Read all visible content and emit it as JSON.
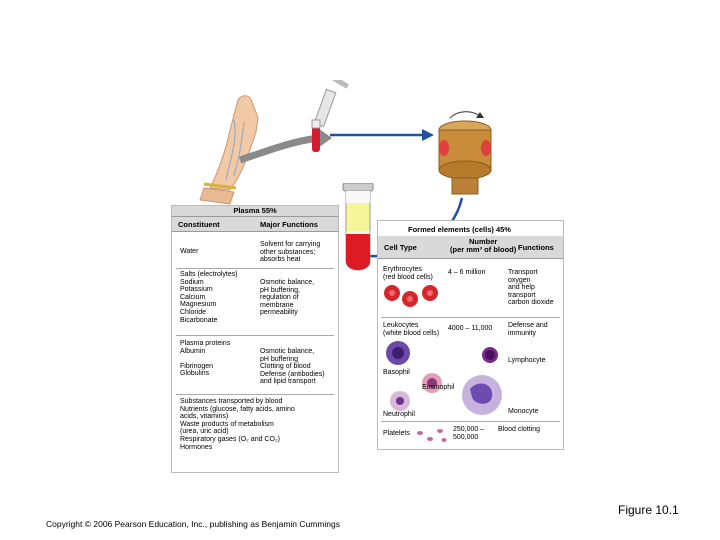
{
  "title_plasma": "Plasma 55%",
  "plasma_table": {
    "headers": [
      "Constituent",
      "Major Functions"
    ],
    "rows": [
      {
        "constituent": "Water",
        "functions": "Solvent for carrying\nother substances;\nabsorbs heat"
      },
      {
        "constituent": "Salts (electrolytes)\n  Sodium\n  Potassium\n  Calcium\n  Magnesium\n  Chloride\n  Bicarbonate",
        "functions": "Osmotic balance,\npH buffering,\nregulation of\nmembrane\npermeability"
      },
      {
        "constituent": "Plasma proteins\n  Albumin\n\n  Fibrinogen\n  Globulins",
        "functions": "Osmotic balance,\npH buffering\nClotting of blood\nDefense (antibodies)\nand lipid transport"
      },
      {
        "constituent": "Substances transported by blood\nNutrients (glucose, fatty acids, amino\nacids, vitamins)\nWaste products of metabolism\n(urea, uric acid)\nRespiratory gases (O₂ and CO₂)\nHormones",
        "functions": ""
      }
    ]
  },
  "formed_title": "Formed elements (cells) 45%",
  "formed_table": {
    "headers": [
      "Cell Type",
      "Number\n(per mm³ of blood)",
      "Functions"
    ],
    "rows": [
      {
        "cell_type": "Erythrocytes\n(red blood cells)",
        "number": "4 – 6 million",
        "functions": "Transport\noxygen\nand help\ntransport\ncarbon dioxide"
      },
      {
        "cell_type": "Leukocytes\n(white blood cells)",
        "number": "4000 – 11,000",
        "functions": "Defense and\nimmunity"
      },
      {
        "cell_type": "Platelets",
        "number": "250,000 –\n500,000",
        "functions": "Blood clotting"
      }
    ],
    "leukocyte_labels": [
      "Lymphocyte",
      "Basophil",
      "Eosinophil",
      "Neutrophil",
      "Monocyte"
    ]
  },
  "figure_label": "Figure 10.1",
  "copyright": "Copyright © 2006 Pearson Education, Inc., publishing as Benjamin Cummings"
}
